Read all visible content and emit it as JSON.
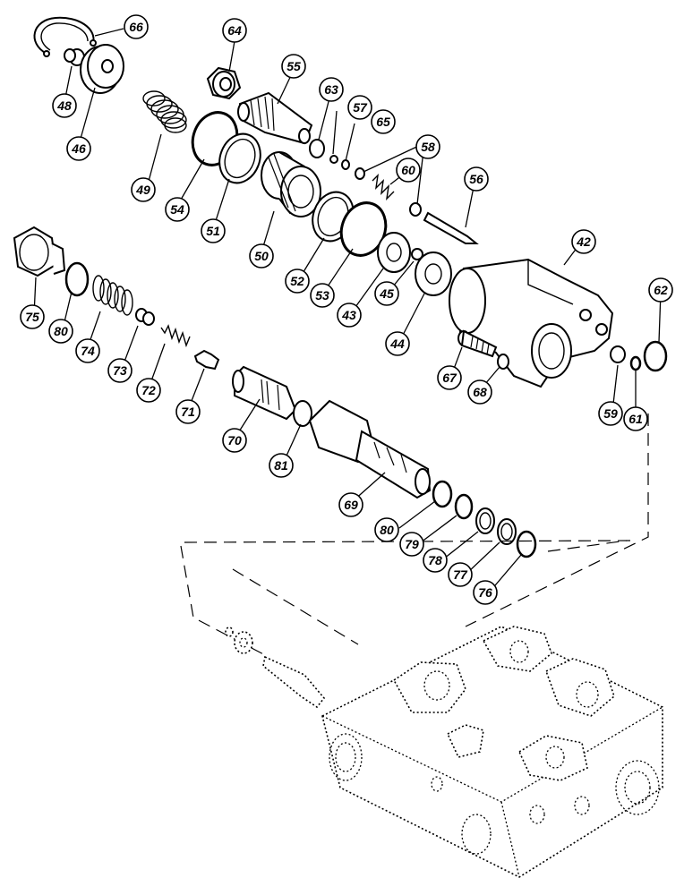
{
  "diagram": {
    "callouts": [
      {
        "id": "66",
        "label": "66"
      },
      {
        "id": "48",
        "label": "48"
      },
      {
        "id": "46",
        "label": "46"
      },
      {
        "id": "64",
        "label": "64"
      },
      {
        "id": "55",
        "label": "55"
      },
      {
        "id": "63",
        "label": "63"
      },
      {
        "id": "57",
        "label": "57"
      },
      {
        "id": "65",
        "label": "65"
      },
      {
        "id": "58",
        "label": "58"
      },
      {
        "id": "60",
        "label": "60"
      },
      {
        "id": "56",
        "label": "56"
      },
      {
        "id": "49",
        "label": "49"
      },
      {
        "id": "54",
        "label": "54"
      },
      {
        "id": "51",
        "label": "51"
      },
      {
        "id": "50",
        "label": "50"
      },
      {
        "id": "52",
        "label": "52"
      },
      {
        "id": "53",
        "label": "53"
      },
      {
        "id": "43",
        "label": "43"
      },
      {
        "id": "45",
        "label": "45"
      },
      {
        "id": "44",
        "label": "44"
      },
      {
        "id": "42",
        "label": "42"
      },
      {
        "id": "62",
        "label": "62"
      },
      {
        "id": "75",
        "label": "75"
      },
      {
        "id": "80a",
        "label": "80"
      },
      {
        "id": "74",
        "label": "74"
      },
      {
        "id": "73",
        "label": "73"
      },
      {
        "id": "72",
        "label": "72"
      },
      {
        "id": "71",
        "label": "71"
      },
      {
        "id": "70",
        "label": "70"
      },
      {
        "id": "81",
        "label": "81"
      },
      {
        "id": "69",
        "label": "69"
      },
      {
        "id": "67",
        "label": "67"
      },
      {
        "id": "68",
        "label": "68"
      },
      {
        "id": "59",
        "label": "59"
      },
      {
        "id": "61",
        "label": "61"
      },
      {
        "id": "80b",
        "label": "80"
      },
      {
        "id": "79",
        "label": "79"
      },
      {
        "id": "78",
        "label": "78"
      },
      {
        "id": "77",
        "label": "77"
      },
      {
        "id": "76",
        "label": "76"
      }
    ]
  }
}
